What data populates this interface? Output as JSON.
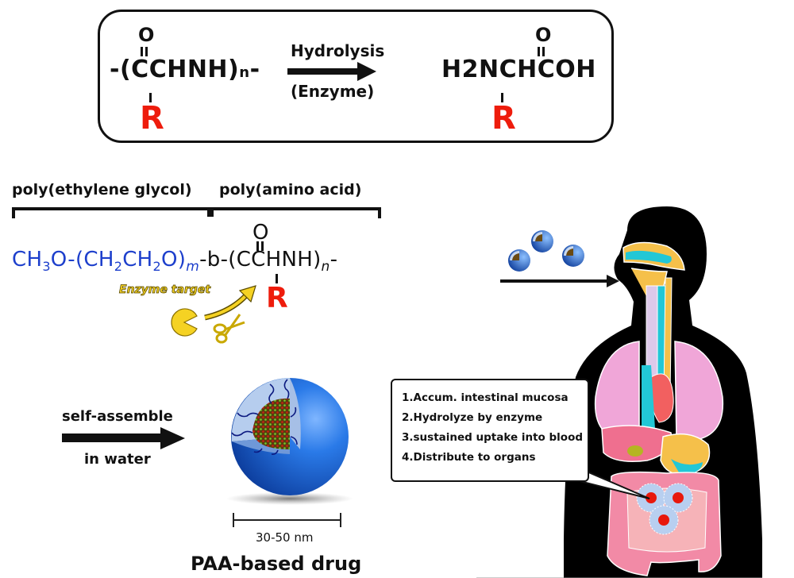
{
  "reaction": {
    "reactant": {
      "prefix": "-(",
      "main": "CCHNH)",
      "subscript": "n",
      "suffix": "-",
      "carbonyl_o": "O",
      "side_chain": "R"
    },
    "arrow_label_top": "Hydrolysis",
    "arrow_label_bottom": "(Enzyme)",
    "product": {
      "main": "H2NCHCOH",
      "carbonyl_o": "O",
      "side_chain": "R"
    }
  },
  "copolymer": {
    "block1_label": "poly(ethylene glycol)",
    "block2_label": "poly(amino acid)",
    "peg_part": {
      "a": "CH",
      "a_sub": "3",
      "b": "O-(CH",
      "b_sub": "2",
      "c": "CH",
      "c_sub": "2",
      "d": "O)",
      "m": "m"
    },
    "paa_part": {
      "link": "-b-(",
      "main": "CCHNH)",
      "n": "n",
      "suffix": "-",
      "carbonyl_o": "O",
      "side_chain": "R"
    },
    "enzyme_target_label": "Enzyme target",
    "enzyme_icon": "pacman-enzyme-icon",
    "scissors_icon": "scissors-icon"
  },
  "assembly": {
    "label_top": "self-assemble",
    "label_bottom": "in water",
    "scale_label": "30-50 nm",
    "drug_caption": "PAA-based drug"
  },
  "body_diagram": {
    "steps": [
      "1.Accum. intestinal mucosa",
      "2.Hydrolyze by enzyme",
      "3.sustained uptake into blood",
      "4.Distribute to organs"
    ],
    "particle_count": 3
  },
  "colors": {
    "side_chain_red": "#ee1c0c",
    "peg_blue": "#1d3fcc",
    "enzyme_yellow": "#f5d223",
    "sphere_blue": "#1f6fd6",
    "silhouette": "#000000"
  }
}
